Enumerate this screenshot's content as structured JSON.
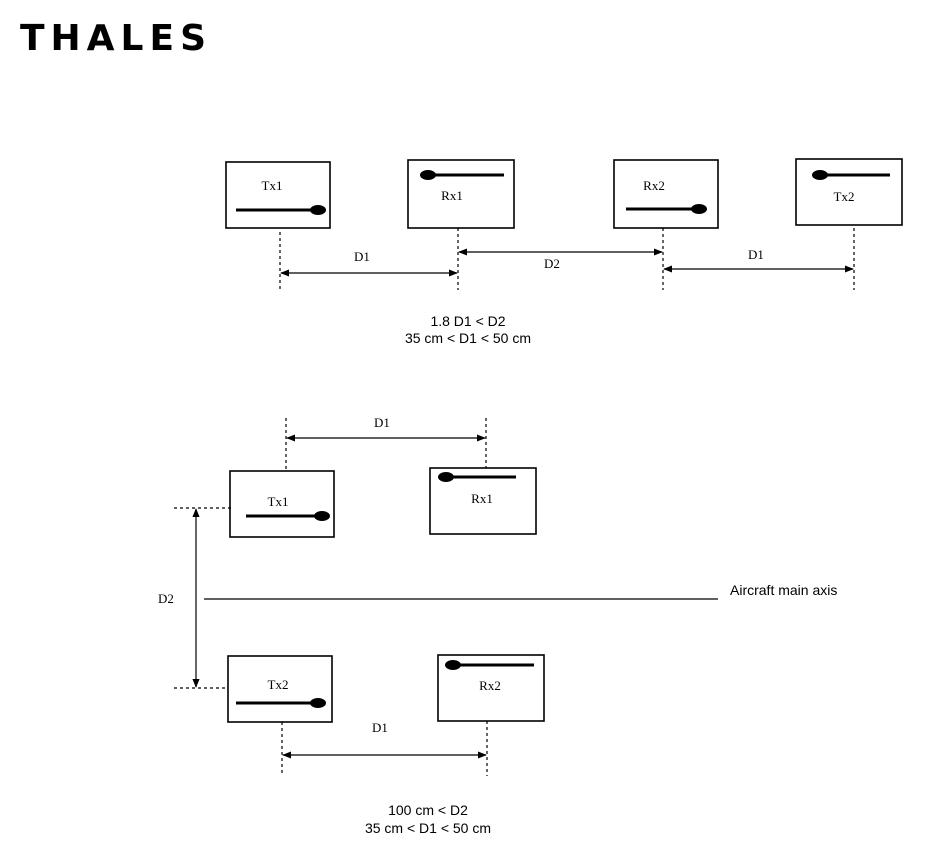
{
  "logo": {
    "text": "THALES"
  },
  "top_diagram": {
    "antennas": [
      {
        "label": "Tx1"
      },
      {
        "label": "Rx1"
      },
      {
        "label": "Rx2"
      },
      {
        "label": "Tx2"
      }
    ],
    "dimensions": [
      {
        "label": "D1"
      },
      {
        "label": "D2"
      },
      {
        "label": "D1"
      }
    ],
    "constraints": [
      "1.8 D1 < D2",
      "35 cm < D1 < 50 cm"
    ]
  },
  "bottom_diagram": {
    "antennas": [
      {
        "label": "Tx1"
      },
      {
        "label": "Rx1"
      },
      {
        "label": "Tx2"
      },
      {
        "label": "Rx2"
      }
    ],
    "dimensions": [
      {
        "label": "D1"
      },
      {
        "label": "D2"
      },
      {
        "label": "D1"
      }
    ],
    "axis_label": "Aircraft main axis",
    "constraints": [
      "100 cm < D2",
      "35 cm < D1 < 50 cm"
    ]
  }
}
